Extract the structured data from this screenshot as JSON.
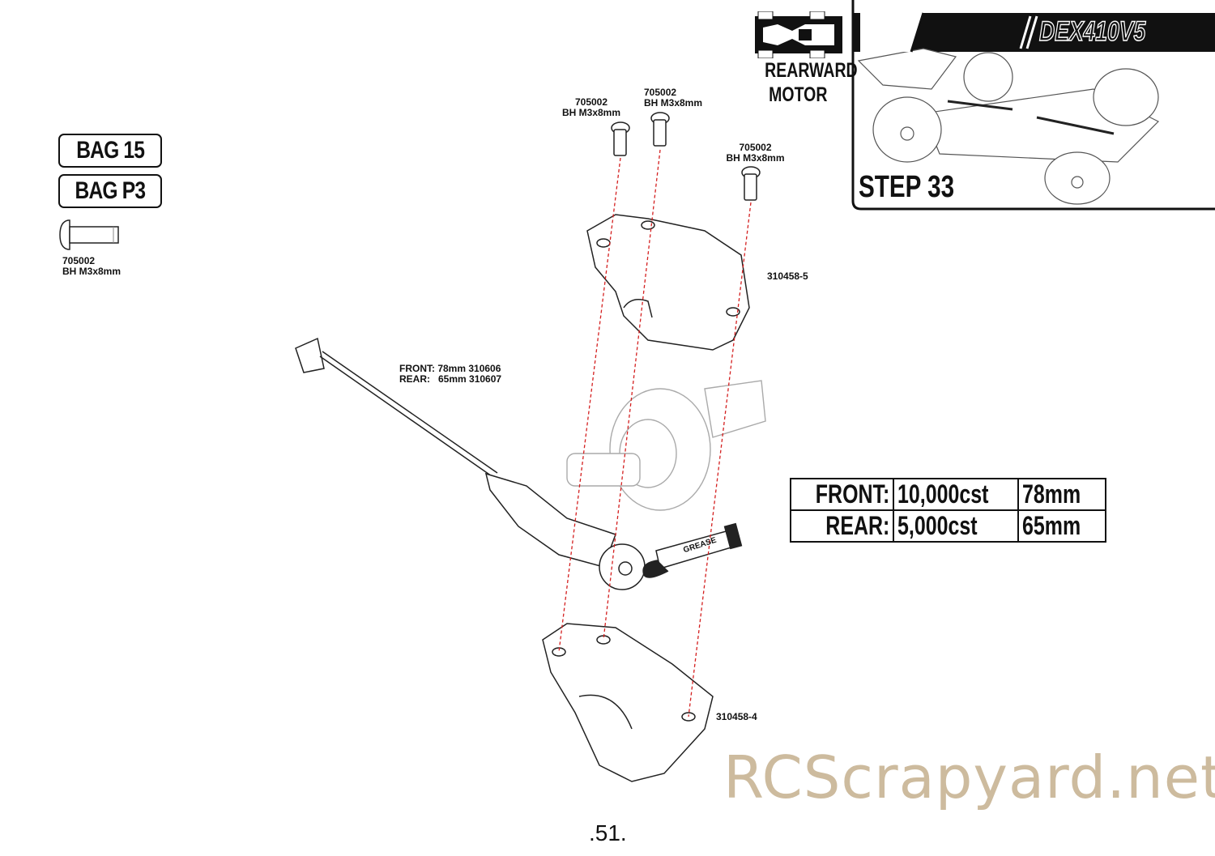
{
  "bags": [
    "BAG 15",
    "BAG P3"
  ],
  "screw_legend": {
    "part": "705002",
    "desc": "BH M3x8mm"
  },
  "screw_labels": [
    {
      "part": "705002",
      "desc": "BH M3x8mm"
    },
    {
      "part": "705002",
      "desc": "BH M3x8mm"
    },
    {
      "part": "705002",
      "desc": "BH M3x8mm"
    }
  ],
  "motor_badge": {
    "line1": "REARWARD",
    "line2": "MOTOR"
  },
  "step": {
    "title": "STEP 33",
    "logo": "DEX410V5"
  },
  "parts": {
    "upper_housing": "310458-5",
    "lower_housing": "310458-4"
  },
  "driveshaft": {
    "front": "FRONT: 78mm 310606",
    "rear": "REAR:   65mm 310607"
  },
  "grease_label": "GREASE",
  "spec_table": [
    {
      "pos": "FRONT:",
      "oil": "10,000cst",
      "length": "78mm"
    },
    {
      "pos": "REAR:",
      "oil": "5,000cst",
      "length": "65mm"
    }
  ],
  "watermark": "RCScrapyard.net",
  "page_number": ".51.",
  "colors": {
    "guide": "#d42020",
    "watermark": "#cdbb9e"
  }
}
